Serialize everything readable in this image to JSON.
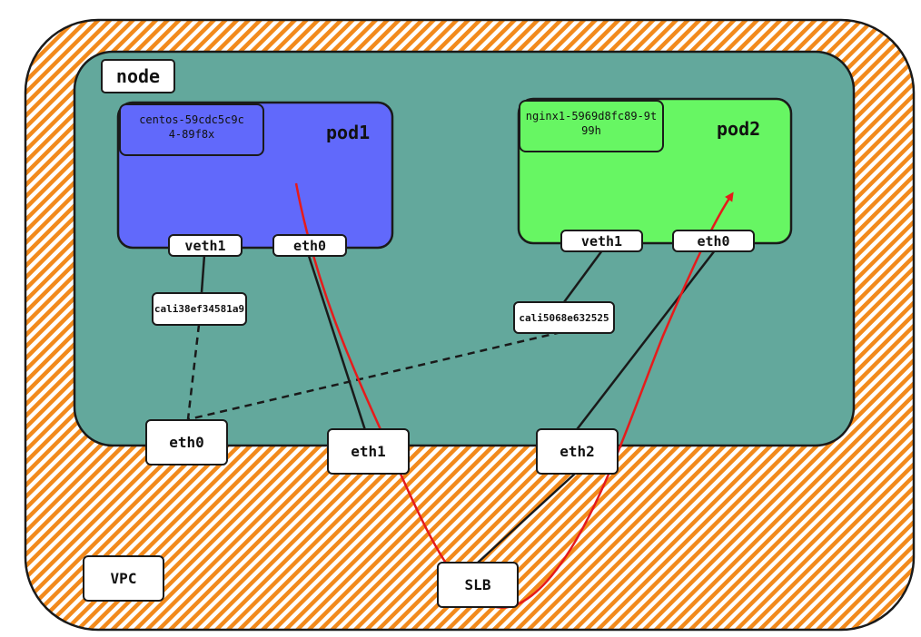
{
  "vpc": {
    "label": "VPC"
  },
  "node": {
    "label": "node",
    "interfaces": {
      "eth0": "eth0",
      "eth1": "eth1",
      "eth2": "eth2"
    }
  },
  "pod1": {
    "label": "pod1",
    "name": "centos-59cdc5c9c4-89f8x",
    "veth": "veth1",
    "eth": "eth0",
    "cali": "cali38ef34581a9"
  },
  "pod2": {
    "label": "pod2",
    "name": "nginx1-5969d8fc89-9t99h",
    "veth": "veth1",
    "eth": "eth0",
    "cali": "cali5068e632525"
  },
  "slb": {
    "label": "SLB"
  },
  "colors": {
    "vpc_hatch": "#f28a1c",
    "node_fill": "#63a89c",
    "pod1_fill": "#6169fb",
    "pod2_fill": "#67f663",
    "flow_arrow": "#e61b1b",
    "outline": "#1a1a1a"
  }
}
